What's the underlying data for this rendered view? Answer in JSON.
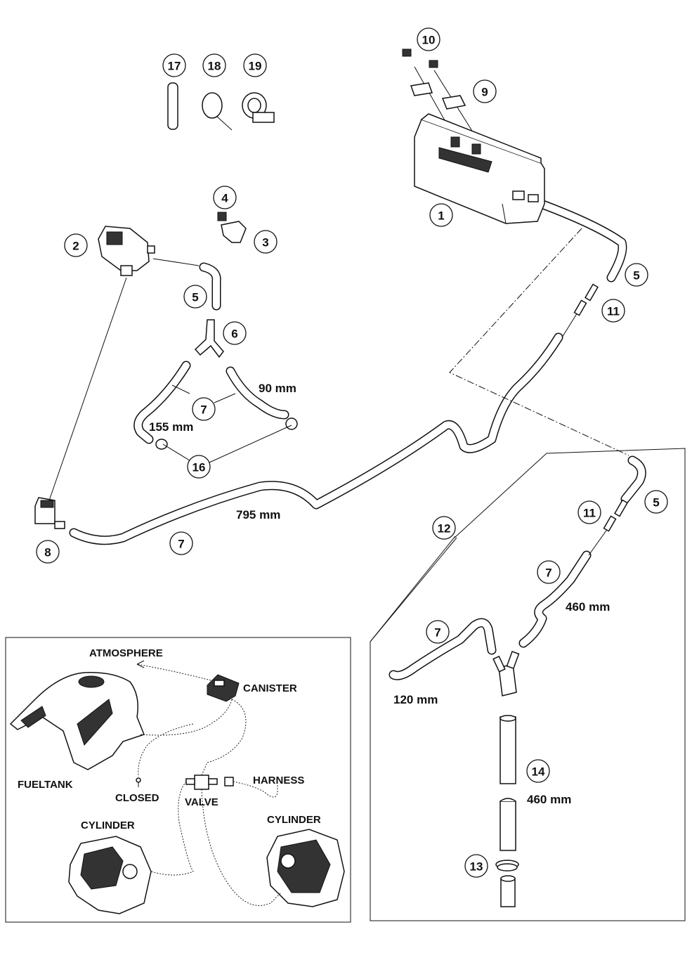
{
  "callouts": [
    {
      "id": "c1",
      "num": "1"
    },
    {
      "id": "c2",
      "num": "2"
    },
    {
      "id": "c3",
      "num": "3"
    },
    {
      "id": "c4",
      "num": "4"
    },
    {
      "id": "c5a",
      "num": "5"
    },
    {
      "id": "c5b",
      "num": "5"
    },
    {
      "id": "c5c",
      "num": "5"
    },
    {
      "id": "c6",
      "num": "6"
    },
    {
      "id": "c7a",
      "num": "7"
    },
    {
      "id": "c7b",
      "num": "7"
    },
    {
      "id": "c7c",
      "num": "7"
    },
    {
      "id": "c7d",
      "num": "7"
    },
    {
      "id": "c8",
      "num": "8"
    },
    {
      "id": "c9",
      "num": "9"
    },
    {
      "id": "c10",
      "num": "10"
    },
    {
      "id": "c11a",
      "num": "11"
    },
    {
      "id": "c11b",
      "num": "11"
    },
    {
      "id": "c12",
      "num": "12"
    },
    {
      "id": "c13",
      "num": "13"
    },
    {
      "id": "c14",
      "num": "14"
    },
    {
      "id": "c16",
      "num": "16"
    },
    {
      "id": "c17",
      "num": "17"
    },
    {
      "id": "c18",
      "num": "18"
    },
    {
      "id": "c19",
      "num": "19"
    }
  ],
  "dimensions": {
    "d90": "90 mm",
    "d155": "155 mm",
    "d795": "795 mm",
    "d460a": "460 mm",
    "d120": "120 mm",
    "d460b": "460 mm"
  },
  "schematic": {
    "atmosphere": "ATMOSPHERE",
    "canister": "CANISTER",
    "fueltank": "FUELTANK",
    "closed": "CLOSED",
    "valve": "VALVE",
    "harness": "HARNESS",
    "cylinder_left": "CYLINDER",
    "cylinder_right": "CYLINDER"
  }
}
